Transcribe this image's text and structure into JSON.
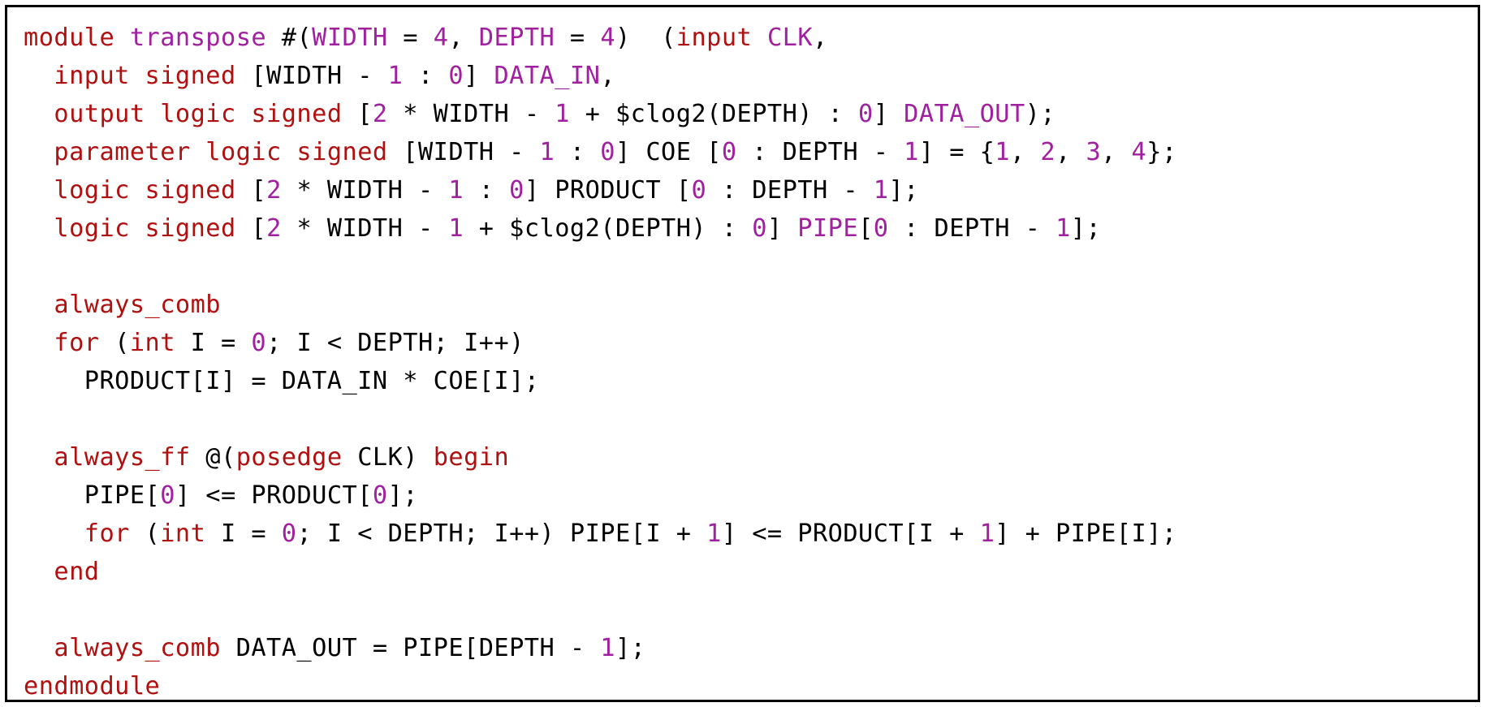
{
  "colors": {
    "keyword": "#b01010",
    "number": "#a020a0",
    "identifier": "#a020a0",
    "plain": "#000000",
    "frame_border": "#000000",
    "background": "#ffffff"
  },
  "code": {
    "language": "SystemVerilog",
    "lines": [
      [
        [
          "keyword",
          "module"
        ],
        [
          "plain",
          " "
        ],
        [
          "ident",
          "transpose"
        ],
        [
          "plain",
          " #("
        ],
        [
          "ident",
          "WIDTH"
        ],
        [
          "plain",
          " = "
        ],
        [
          "number",
          "4"
        ],
        [
          "plain",
          ", "
        ],
        [
          "ident",
          "DEPTH"
        ],
        [
          "plain",
          " = "
        ],
        [
          "number",
          "4"
        ],
        [
          "plain",
          ")  ("
        ],
        [
          "keyword",
          "input"
        ],
        [
          "plain",
          " "
        ],
        [
          "ident",
          "CLK"
        ],
        [
          "plain",
          ","
        ]
      ],
      [
        [
          "plain",
          "  "
        ],
        [
          "keyword",
          "input signed"
        ],
        [
          "plain",
          " ["
        ],
        [
          "plain",
          "WIDTH - "
        ],
        [
          "number",
          "1"
        ],
        [
          "plain",
          " : "
        ],
        [
          "number",
          "0"
        ],
        [
          "plain",
          "] "
        ],
        [
          "ident",
          "DATA_IN"
        ],
        [
          "plain",
          ","
        ]
      ],
      [
        [
          "plain",
          "  "
        ],
        [
          "keyword",
          "output logic signed"
        ],
        [
          "plain",
          " ["
        ],
        [
          "number",
          "2"
        ],
        [
          "plain",
          " * WIDTH - "
        ],
        [
          "number",
          "1"
        ],
        [
          "plain",
          " + $clog2(DEPTH) : "
        ],
        [
          "number",
          "0"
        ],
        [
          "plain",
          "] "
        ],
        [
          "ident",
          "DATA_OUT"
        ],
        [
          "plain",
          ");"
        ]
      ],
      [
        [
          "plain",
          "  "
        ],
        [
          "keyword",
          "parameter logic signed"
        ],
        [
          "plain",
          " [WIDTH - "
        ],
        [
          "number",
          "1"
        ],
        [
          "plain",
          " : "
        ],
        [
          "number",
          "0"
        ],
        [
          "plain",
          "] COE ["
        ],
        [
          "number",
          "0"
        ],
        [
          "plain",
          " : DEPTH - "
        ],
        [
          "number",
          "1"
        ],
        [
          "plain",
          "] = {"
        ],
        [
          "number",
          "1"
        ],
        [
          "plain",
          ", "
        ],
        [
          "number",
          "2"
        ],
        [
          "plain",
          ", "
        ],
        [
          "number",
          "3"
        ],
        [
          "plain",
          ", "
        ],
        [
          "number",
          "4"
        ],
        [
          "plain",
          "};"
        ]
      ],
      [
        [
          "plain",
          "  "
        ],
        [
          "keyword",
          "logic signed"
        ],
        [
          "plain",
          " ["
        ],
        [
          "number",
          "2"
        ],
        [
          "plain",
          " * WIDTH - "
        ],
        [
          "number",
          "1"
        ],
        [
          "plain",
          " : "
        ],
        [
          "number",
          "0"
        ],
        [
          "plain",
          "] PRODUCT ["
        ],
        [
          "number",
          "0"
        ],
        [
          "plain",
          " : DEPTH - "
        ],
        [
          "number",
          "1"
        ],
        [
          "plain",
          "];"
        ]
      ],
      [
        [
          "plain",
          "  "
        ],
        [
          "keyword",
          "logic signed"
        ],
        [
          "plain",
          " ["
        ],
        [
          "number",
          "2"
        ],
        [
          "plain",
          " * WIDTH - "
        ],
        [
          "number",
          "1"
        ],
        [
          "plain",
          " + $clog2(DEPTH) : "
        ],
        [
          "number",
          "0"
        ],
        [
          "plain",
          "] "
        ],
        [
          "ident",
          "PIPE"
        ],
        [
          "plain",
          "["
        ],
        [
          "number",
          "0"
        ],
        [
          "plain",
          " : DEPTH - "
        ],
        [
          "number",
          "1"
        ],
        [
          "plain",
          "];"
        ]
      ],
      [],
      [
        [
          "plain",
          "  "
        ],
        [
          "keyword",
          "always_comb"
        ]
      ],
      [
        [
          "plain",
          "  "
        ],
        [
          "keyword",
          "for"
        ],
        [
          "plain",
          " ("
        ],
        [
          "keyword",
          "int"
        ],
        [
          "plain",
          " I = "
        ],
        [
          "number",
          "0"
        ],
        [
          "plain",
          "; I < DEPTH; I++)"
        ]
      ],
      [
        [
          "plain",
          "    PRODUCT[I] = DATA_IN * COE[I];"
        ]
      ],
      [],
      [
        [
          "plain",
          "  "
        ],
        [
          "keyword",
          "always_ff"
        ],
        [
          "plain",
          " @("
        ],
        [
          "keyword",
          "posedge"
        ],
        [
          "plain",
          " CLK) "
        ],
        [
          "keyword",
          "begin"
        ]
      ],
      [
        [
          "plain",
          "    PIPE["
        ],
        [
          "number",
          "0"
        ],
        [
          "plain",
          "] <= PRODUCT["
        ],
        [
          "number",
          "0"
        ],
        [
          "plain",
          "];"
        ]
      ],
      [
        [
          "plain",
          "    "
        ],
        [
          "keyword",
          "for"
        ],
        [
          "plain",
          " ("
        ],
        [
          "keyword",
          "int"
        ],
        [
          "plain",
          " I = "
        ],
        [
          "number",
          "0"
        ],
        [
          "plain",
          "; I < DEPTH; I++) PIPE[I + "
        ],
        [
          "number",
          "1"
        ],
        [
          "plain",
          "] <= PRODUCT[I + "
        ],
        [
          "number",
          "1"
        ],
        [
          "plain",
          "] + PIPE[I];"
        ]
      ],
      [
        [
          "plain",
          "  "
        ],
        [
          "keyword",
          "end"
        ]
      ],
      [],
      [
        [
          "plain",
          "  "
        ],
        [
          "keyword",
          "always_comb"
        ],
        [
          "plain",
          " DATA_OUT = PIPE[DEPTH - "
        ],
        [
          "number",
          "1"
        ],
        [
          "plain",
          "];"
        ]
      ],
      [
        [
          "keyword",
          "endmodule"
        ]
      ]
    ]
  }
}
